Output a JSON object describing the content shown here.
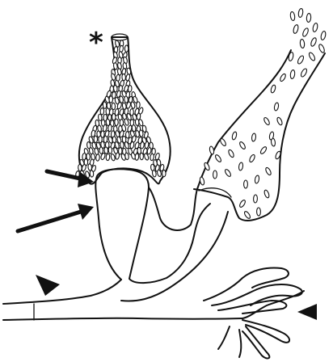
{
  "figure": {
    "marker_text": "*",
    "ink_color": "#111111",
    "background_color": "#ffffff",
    "icons": [
      "arrow-icon",
      "arrowhead-icon"
    ],
    "structures": [
      "dense-vesicle-bulb",
      "sparse-vesicle-cup",
      "axon-trunk",
      "branching-terminal"
    ]
  }
}
